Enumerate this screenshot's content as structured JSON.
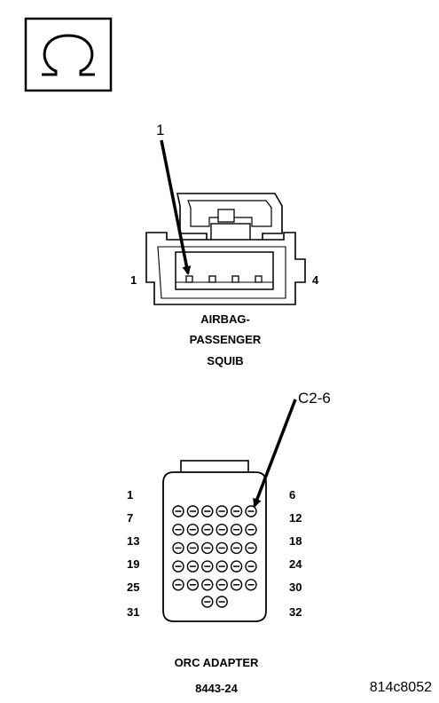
{
  "meter_symbol": {
    "icon": "ohm-icon",
    "glyph": "Ω"
  },
  "squib_connector": {
    "callout": "1",
    "pin_left": "1",
    "pin_right": "4",
    "name_lines": [
      "AIRBAG-",
      "PASSENGER",
      "SQUIB"
    ]
  },
  "orc_adapter": {
    "callout": "C2-6",
    "row_labels_left": [
      "1",
      "7",
      "13",
      "19",
      "25",
      "31"
    ],
    "row_labels_right": [
      "6",
      "12",
      "18",
      "24",
      "30",
      "32"
    ],
    "pin_rows": [
      6,
      6,
      6,
      6,
      6,
      2
    ],
    "name": "ORC ADAPTER",
    "part_number": "8443-24"
  },
  "figure_id": "814c8052"
}
